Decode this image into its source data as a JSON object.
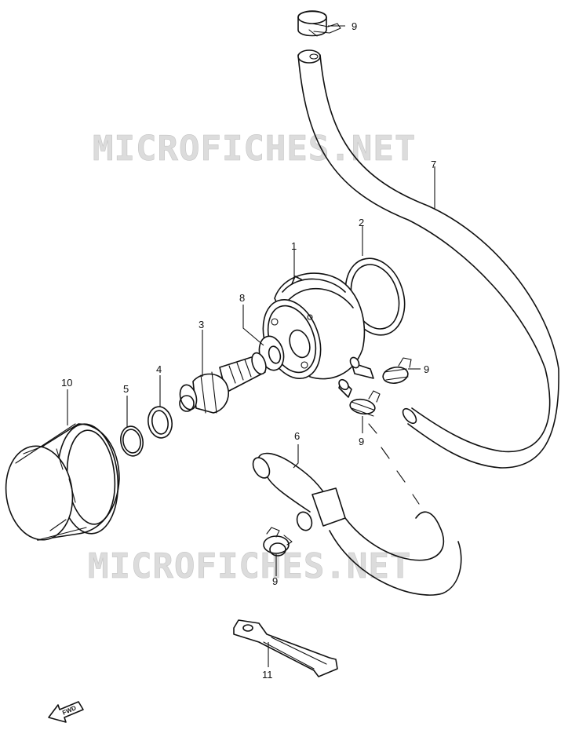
{
  "watermark": {
    "text": "MICROFICHES.NET"
  },
  "direction_marker": {
    "text": "FWD"
  },
  "callouts": {
    "c1": "1",
    "c2": "2",
    "c3": "3",
    "c4": "4",
    "c5": "5",
    "c6": "6",
    "c7": "7",
    "c8": "8",
    "c9_top": "9",
    "c9_right": "9",
    "c9_mid": "9",
    "c9_bottom": "9",
    "c10": "10",
    "c11": "11"
  }
}
